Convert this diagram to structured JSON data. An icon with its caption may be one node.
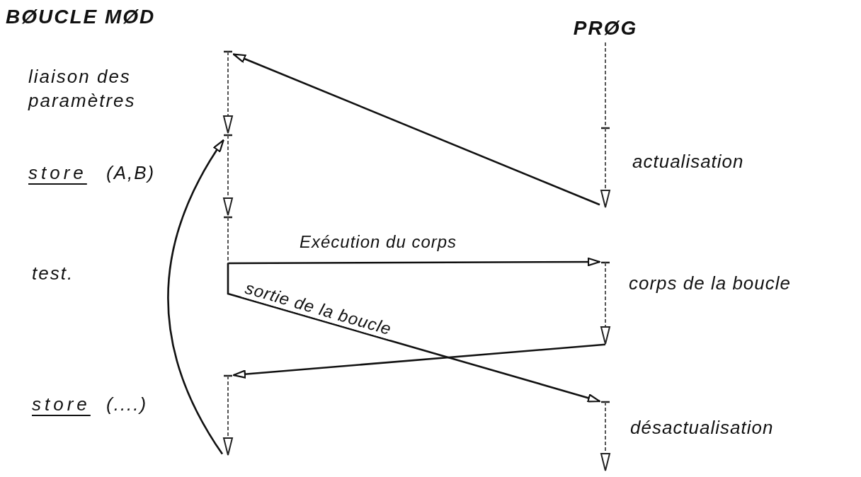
{
  "diagram": {
    "nodes": [
      {
        "text": [
          "PRØG"
        ]
      },
      {
        "text": [],
        "shape": "bar"
      },
      {
        "text": [],
        "shape": "bar"
      },
      {
        "text": [],
        "shape": "bar"
      },
      {
        "text": [],
        "shape": "bar"
      },
      {
        "text": [],
        "shape": "bar",
        "beside": [
          "actualisation"
        ]
      },
      {
        "text": [],
        "shape": "bar",
        "beside": [
          "corps de la boucle"
        ]
      },
      {
        "text": [],
        "shape": "bar",
        "beside": [
          "désactualisation"
        ]
      }
    ],
    "edges": [
      {
        "from": 0,
        "to": 5,
        "arrow": "none",
        "style": "dashed"
      },
      {
        "from": 5,
        "to": 1,
        "arrow": "to"
      },
      {
        "from": 3,
        "to": 6,
        "arrow": "to",
        "label": "Exécution du corps"
      },
      {
        "from": 3,
        "to": 7,
        "arrow": "to",
        "label": "sortie de la boucle"
      },
      {
        "from": 6,
        "to": 4,
        "arrow": "to"
      },
      {
        "from": 4,
        "to": 2,
        "arrow": "to"
      }
    ],
    "labels": [
      "BØUCLE MØD",
      "liaison des paramètres",
      "store",
      "(A,B)",
      "test.",
      "store",
      "(....)"
    ]
  }
}
